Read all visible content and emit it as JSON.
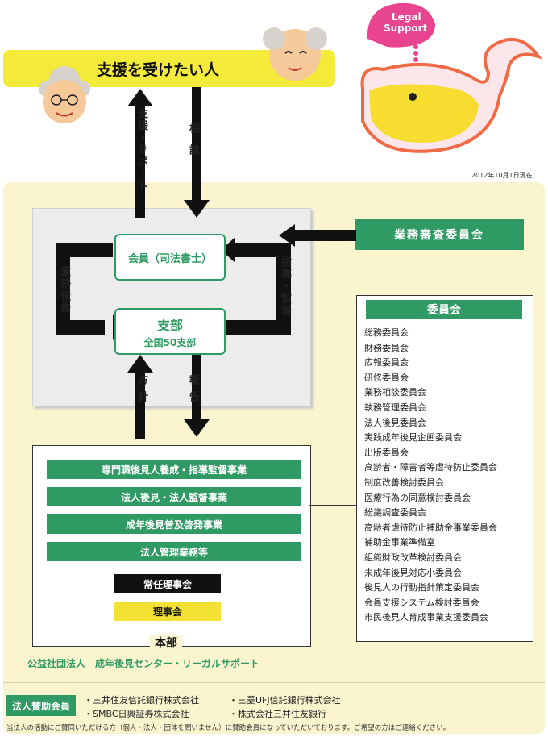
{
  "header": {
    "title": "支援を受けたい人",
    "bubble_line1": "Legal",
    "bubble_line2": "Support",
    "date": "2012年10月1日現在"
  },
  "flow": {
    "support_label": "支援・サポート",
    "consult_label": "相談",
    "review_label": "業務審査",
    "review_committee": "業務審査委員会",
    "member": "会員（司法書士）",
    "branch_title": "支部",
    "branch_sub": "全国50支部",
    "business_report": "業務報告",
    "guidance": "指導・監督",
    "policy": "方針",
    "report": "報告"
  },
  "hq": {
    "projects": [
      "専門職後見人養成・指導監督事業",
      "法人後見・法人監督事業",
      "成年後見普及啓発事業",
      "法人管理業務等"
    ],
    "standing_board": "常任理事会",
    "board": "理事会",
    "label": "本部",
    "org_name": "公益社団法人　成年後見センター・リーガルサポート"
  },
  "committees": {
    "title": "委員会",
    "items": [
      "総務委員会",
      "財務委員会",
      "広報委員会",
      "研修委員会",
      "業務相談委員会",
      "執務管理委員会",
      "法人後見委員会",
      "実践成年後見企画委員会",
      "出版委員会",
      "高齢者・障害者等虐待防止委員会",
      "制度改善検討委員会",
      "医療行為の同意検討委員会",
      "紛議調査委員会",
      "高齢者虐待防止補助金事業委員会",
      "補助金事業準備室",
      "組織財政改革検討委員会",
      "未成年後見対応小委員会",
      "後見人の行動指針策定委員会",
      "会員支援システム検討委員会",
      "市民後見人育成事業支援委員会"
    ]
  },
  "sponsors": {
    "label": "法人賛助会員",
    "left": [
      "・三井住友信託銀行株式会社",
      "・SMBC日興証券株式会社"
    ],
    "right": [
      "・三菱UFJ信託銀行株式会社",
      "・株式会社三井住友銀行"
    ],
    "note": "当法人の活動にご賛同いただける方（個人・法人・団体を問いません）に賛助会員になっていただいております。ご希望の方はご連絡ください。"
  },
  "colors": {
    "green": "#2f9a63",
    "yellow": "#f3e234",
    "black": "#111111",
    "cream": "#fbf5cf"
  }
}
